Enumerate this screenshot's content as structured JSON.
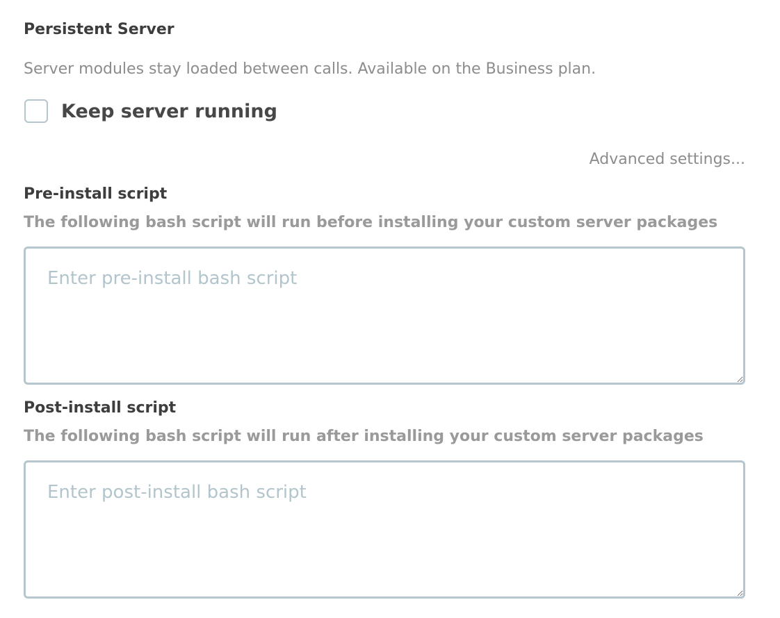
{
  "persistent_server": {
    "title": "Persistent Server",
    "description": "Server modules stay loaded between calls. Available on the Business plan.",
    "checkbox_label": "Keep server running",
    "checked": false
  },
  "advanced_link": "Advanced settings...",
  "pre_install": {
    "title": "Pre-install script",
    "description": "The following bash script will run before installing your custom server packages",
    "placeholder": "Enter pre-install bash script",
    "value": ""
  },
  "post_install": {
    "title": "Post-install script",
    "description": "The following bash script will run after installing your custom server packages",
    "placeholder": "Enter post-install bash script",
    "value": ""
  },
  "colors": {
    "heading": "#3d3d3d",
    "muted_text": "#8c8c8c",
    "border": "#b6c6ce",
    "placeholder": "#b3c5cc"
  }
}
